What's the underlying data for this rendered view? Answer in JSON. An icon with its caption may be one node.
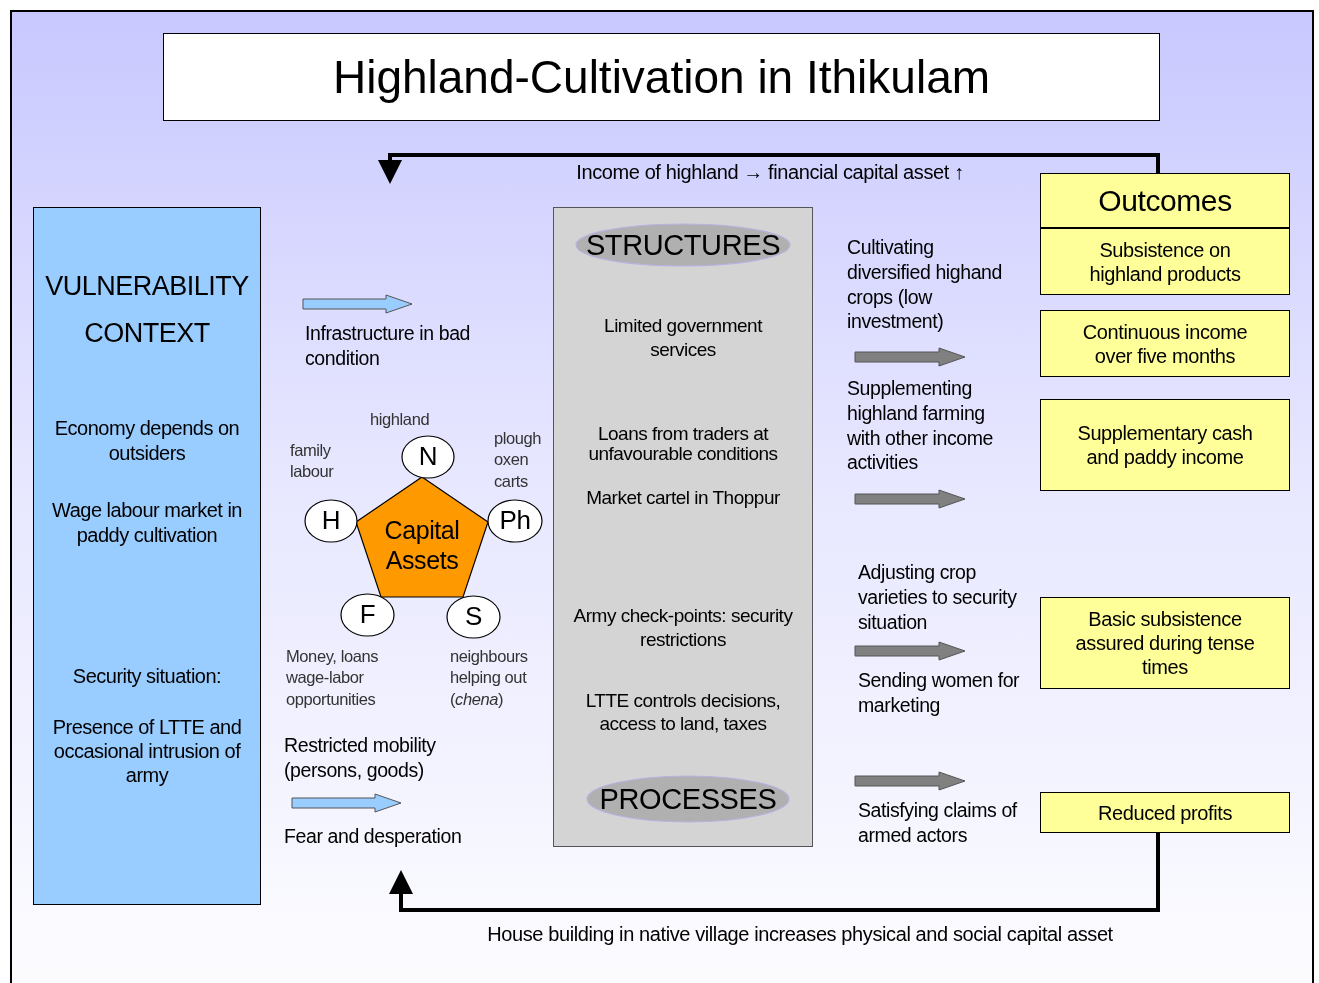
{
  "diagram": {
    "title": "Highland-Cultivation in Ithikulam",
    "nodes": [
      {
        "text": [
          "VULNERABILITY CONTEXT",
          "Economy depends on outsiders",
          "Wage labour market in paddy cultivation",
          "Security situation:",
          "Presence of LTTE and occasional intrusion of army"
        ]
      },
      {
        "text": [
          "Capital Assets"
        ]
      },
      {
        "text": [
          "N"
        ],
        "beside": [
          "highland"
        ]
      },
      {
        "text": [
          "H"
        ],
        "beside": [
          "family labour"
        ]
      },
      {
        "text": [
          "Ph"
        ],
        "beside": [
          "plough oxen carts"
        ]
      },
      {
        "text": [
          "F"
        ],
        "beside": [
          "Money, loans wage-labor opportunities"
        ]
      },
      {
        "text": [
          "S"
        ],
        "beside": [
          "neighbours helping out (*chena*)"
        ]
      },
      {
        "text": [
          "Limited government services",
          "Loans from traders at unfavourable conditions",
          "Market cartel in Thoppur",
          "Army check-points: security restrictions",
          "LTTE controls decisions, access to land, taxes"
        ]
      },
      {
        "text": [
          "STRUCTURES"
        ],
        "in": 7
      },
      {
        "text": [
          "PROCESSES"
        ],
        "in": 7
      },
      {
        "text": [
          "Outcomes"
        ]
      },
      {
        "text": [
          "Subsistence on highland products"
        ]
      },
      {
        "text": [
          "Continuous income over five months"
        ]
      },
      {
        "text": [
          "Supplementary cash and paddy income"
        ]
      },
      {
        "text": [
          "Basic subsistence assured during tense times"
        ]
      },
      {
        "text": [
          "Reduced profits"
        ]
      }
    ],
    "edges": [
      {
        "from": 10,
        "to": null,
        "arrow": "to",
        "label": "Income of highland → financial capital asset ↑"
      },
      {
        "from": 15,
        "to": null,
        "arrow": "to",
        "label": "House building in native village increases physical and social capital asset"
      }
    ],
    "labels": [
      "Infrastructure in bad condition",
      "Restricted mobility (persons, goods)",
      "Fear and desperation",
      "Cultivating diversified highand crops (low investment)",
      "Supplementing highland farming with other income activities",
      "Adjusting crop varieties to security situation",
      "Sending women for marketing",
      "Satisfying claims of armed actors"
    ]
  }
}
